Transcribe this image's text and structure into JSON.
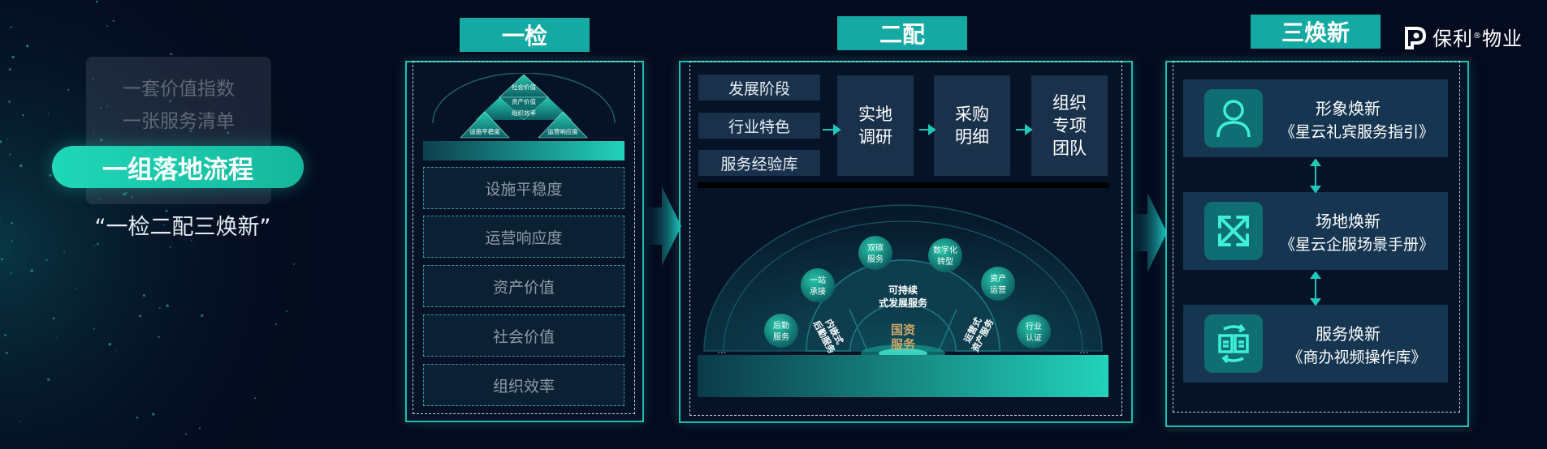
{
  "left": {
    "card_lines": [
      "一套价值指数",
      "一张服务清单"
    ],
    "highlight": "一组落地流程",
    "slogan": "“一检二配三焕新”"
  },
  "section1": {
    "title": "一检",
    "pyramid": [
      "社会价值",
      "资产价值",
      "组织效率",
      "设施平稳度",
      "运营响应度"
    ],
    "metrics": [
      "设施平稳度",
      "运营响应度",
      "资产价值",
      "社会价值",
      "组织效率"
    ]
  },
  "section2": {
    "title": "二配",
    "tags": [
      "发展阶段",
      "行业特色",
      "服务经验库"
    ],
    "steps": [
      "实地调研",
      "采购明细",
      "组织专项团队"
    ],
    "bubbles": [
      "后勤服务",
      "一站承接",
      "双碳服务",
      "数字化转型",
      "资产运营",
      "行业认证"
    ],
    "ring_labels": [
      "内嵌式后勤服务",
      "可持续式发展服务",
      "运营式资产服务"
    ],
    "core": "国资服务",
    "ellipsis": "..."
  },
  "section3": {
    "title": "三焕新",
    "cards": [
      {
        "title": "形象焕新",
        "sub": "《星云礼宾服务指引》",
        "icon": "person-icon"
      },
      {
        "title": "场地焕新",
        "sub": "《星云企服场景手册》",
        "icon": "expand-arrows-icon"
      },
      {
        "title": "服务焕新",
        "sub": "《商办视频操作库》",
        "icon": "refresh-screen-icon"
      }
    ]
  },
  "logo": {
    "text": "保利",
    "mark": "®",
    "suffix": "物业"
  },
  "colors": {
    "accent": "#1fd8b8",
    "title_bg": "#14a9a2",
    "card_bg": "#163550",
    "bg": "#040b1e"
  }
}
